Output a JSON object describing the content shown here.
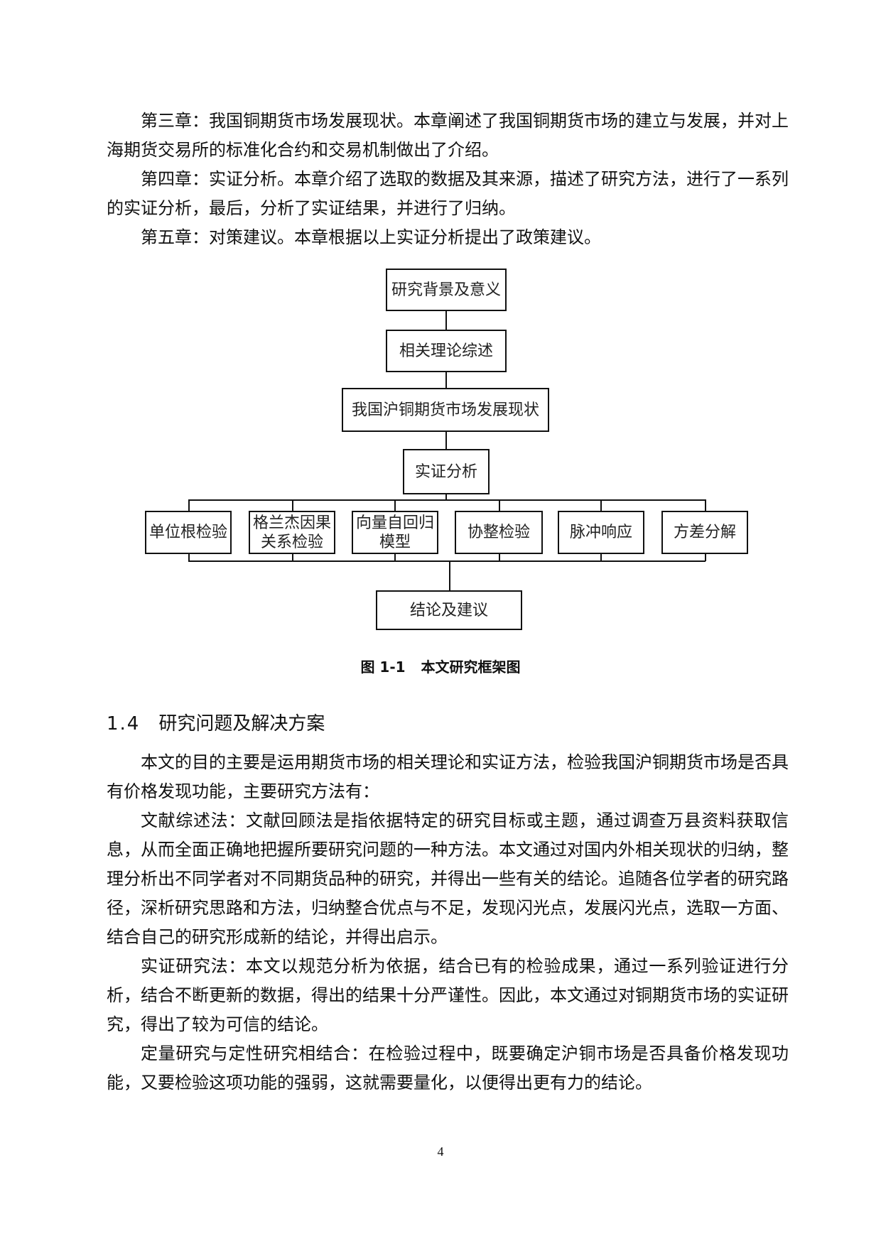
{
  "paragraphs_top": [
    "第三章：我国铜期货市场发展现状。本章阐述了我国铜期货市场的建立与发展，并对上海期货交易所的标准化合约和交易机制做出了介绍。",
    "第四章：实证分析。本章介绍了选取的数据及其来源，描述了研究方法，进行了一系列的实证分析，最后，分析了实证结果，并进行了归纳。",
    "第五章：对策建议。本章根据以上实证分析提出了政策建议。"
  ],
  "diagram": {
    "main_steps": [
      "研究背景及意义",
      "相关理论综述",
      "我国沪铜期货市场发展现状",
      "实证分析"
    ],
    "branches": [
      "单位根检验",
      "格兰杰因果\n关系检验",
      "向量自回归\n模型",
      "协整检验",
      "脉冲响应",
      "方差分解"
    ],
    "final_step": "结论及建议"
  },
  "caption": {
    "number": "图 1-1",
    "title": "本文研究框架图"
  },
  "section": {
    "number": "1.4",
    "title": "研究问题及解决方案"
  },
  "paragraphs_bottom": [
    "本文的目的主要是运用期货市场的相关理论和实证方法，检验我国沪铜期货市场是否具有价格发现功能，主要研究方法有：",
    "文献综述法：文献回顾法是指依据特定的研究目标或主题，通过调查万县资料获取信息，从而全面正确地把握所要研究问题的一种方法。本文通过对国内外相关现状的归纳，整理分析出不同学者对不同期货品种的研究，并得出一些有关的结论。追随各位学者的研究路径，深析研究思路和方法，归纳整合优点与不足，发现闪光点，发展闪光点，选取一方面、结合自己的研究形成新的结论，并得出启示。",
    "实证研究法：本文以规范分析为依据，结合已有的检验成果，通过一系列验证进行分析，结合不断更新的数据，得出的结果十分严谨性。因此，本文通过对铜期货市场的实证研究，得出了较为可信的结论。",
    "定量研究与定性研究相结合：在检验过程中，既要确定沪铜市场是否具备价格发现功能，又要检验这项功能的强弱，这就需要量化，以便得出更有力的结论。"
  ],
  "page_number": "4"
}
